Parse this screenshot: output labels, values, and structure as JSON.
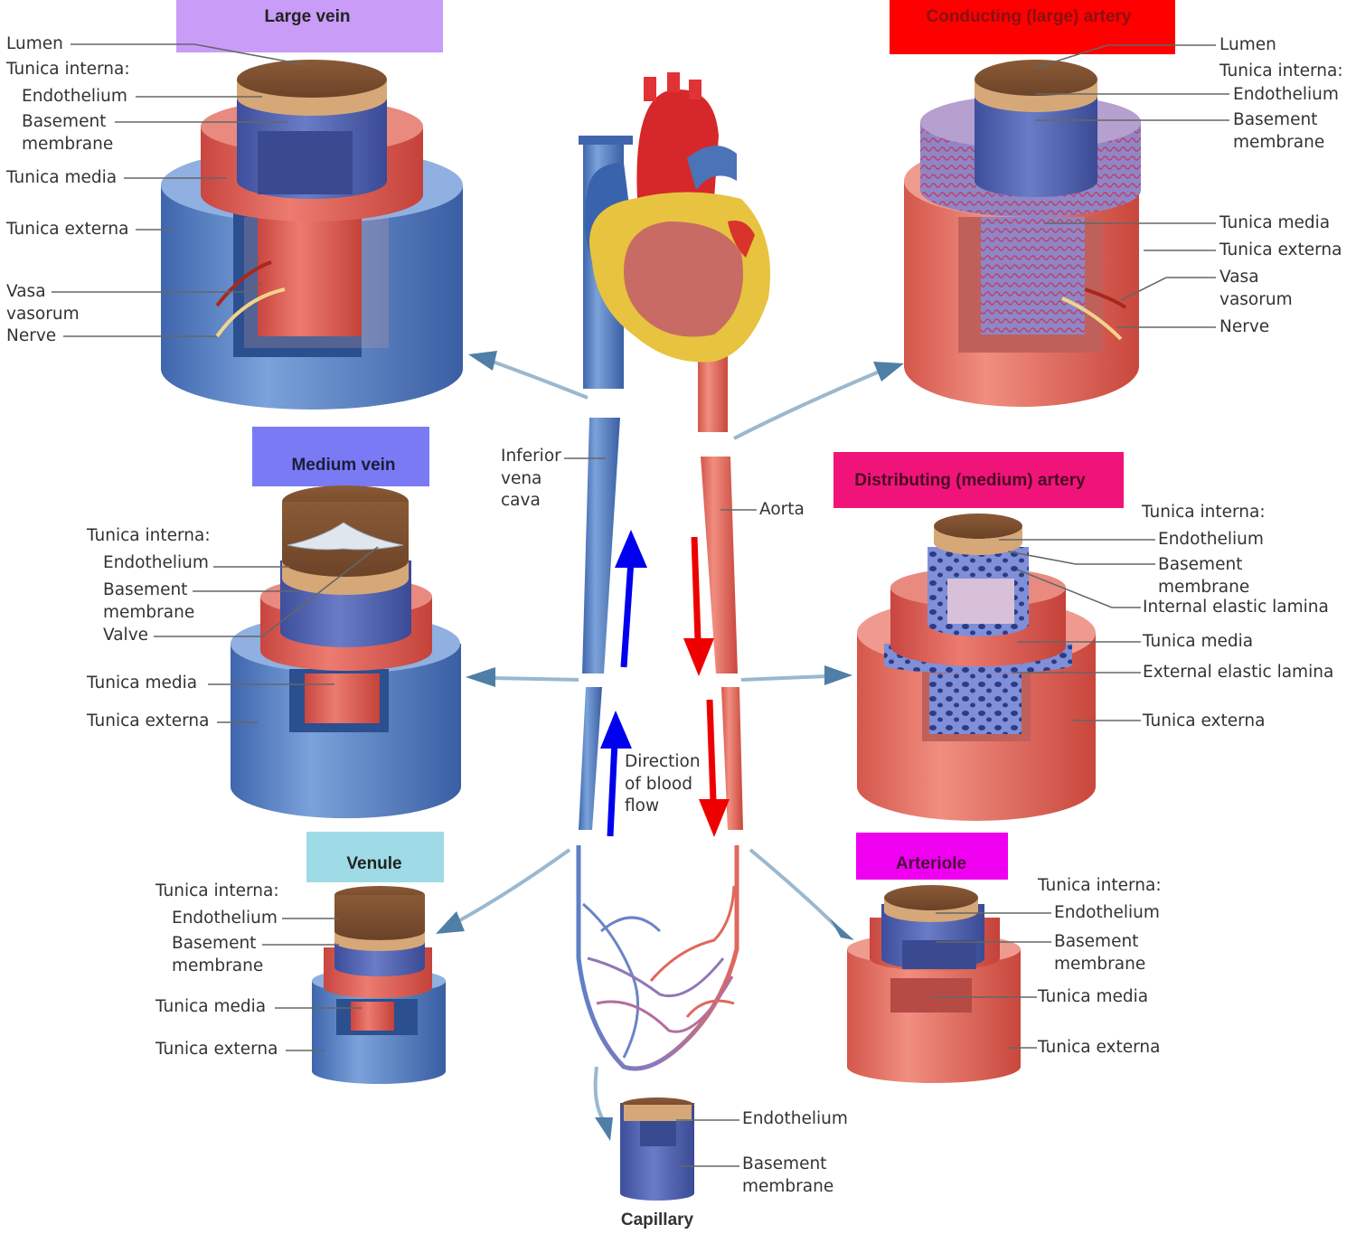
{
  "colors": {
    "vein_blue": "#4a73b8",
    "vein_blue_light": "#7aa0d6",
    "artery_red": "#e0685c",
    "muscle_red": "#d8584f",
    "lumen_tan": "#c89a70",
    "endothelium_blue": "#5566b0",
    "elastic_lamina": "#8a95d8",
    "arrow_blue": "#0000ee",
    "arrow_red": "#ee0000",
    "pointer_arrow": "#4f7fa6"
  },
  "titles": {
    "large_vein": {
      "text": "Large vein",
      "bg": "#c89cf7",
      "color": "#222222"
    },
    "large_artery": {
      "text": "Conducting (large) artery",
      "bg": "#ff0000",
      "color": "#8a1010"
    },
    "medium_vein": {
      "text": "Medium vein",
      "bg": "#7b7af5",
      "color": "#1c1c3c"
    },
    "medium_artery": {
      "text": "Distributing (medium) artery",
      "bg": "#f0147a",
      "color": "#4a0a22"
    },
    "venule": {
      "text": "Venule",
      "bg": "#9edbe6",
      "color": "#222222"
    },
    "arteriole": {
      "text": "Arteriole",
      "bg": "#f000f0",
      "color": "#4a0a3a"
    },
    "capillary": {
      "text": "Capillary",
      "bg": "",
      "color": "#333333"
    }
  },
  "labels": {
    "lv": {
      "lumen": "Lumen",
      "tunica_interna": "Tunica interna:",
      "endothelium": "Endothelium",
      "basement": "Basement\nmembrane",
      "media": "Tunica media",
      "externa": "Tunica externa",
      "vasa": "Vasa\nvasorum",
      "nerve": "Nerve"
    },
    "la": {
      "lumen": "Lumen",
      "tunica_interna": "Tunica interna:",
      "endothelium": "Endothelium",
      "basement": "Basement\nmembrane",
      "media": "Tunica media",
      "externa": "Tunica externa",
      "vasa": "Vasa\nvasorum",
      "nerve": "Nerve"
    },
    "mv": {
      "tunica_interna": "Tunica interna:",
      "endothelium": "Endothelium",
      "basement": "Basement\nmembrane",
      "valve": "Valve",
      "media": "Tunica media",
      "externa": "Tunica externa"
    },
    "ma": {
      "tunica_interna": "Tunica interna:",
      "endothelium": "Endothelium",
      "basement": "Basement\nmembrane",
      "internal_lamina": "Internal elastic lamina",
      "media": "Tunica media",
      "external_lamina": "External elastic lamina",
      "externa": "Tunica externa"
    },
    "ve": {
      "tunica_interna": "Tunica interna:",
      "endothelium": "Endothelium",
      "basement": "Basement\nmembrane",
      "media": "Tunica media",
      "externa": "Tunica externa"
    },
    "ar": {
      "tunica_interna": "Tunica interna:",
      "endothelium": "Endothelium",
      "basement": "Basement\nmembrane",
      "media": "Tunica media",
      "externa": "Tunica externa"
    },
    "cap": {
      "endothelium": "Endothelium",
      "basement": "Basement\nmembrane"
    },
    "center": {
      "ivc": "Inferior\nvena\ncava",
      "aorta": "Aorta",
      "direction": "Direction\nof blood\nflow"
    }
  }
}
